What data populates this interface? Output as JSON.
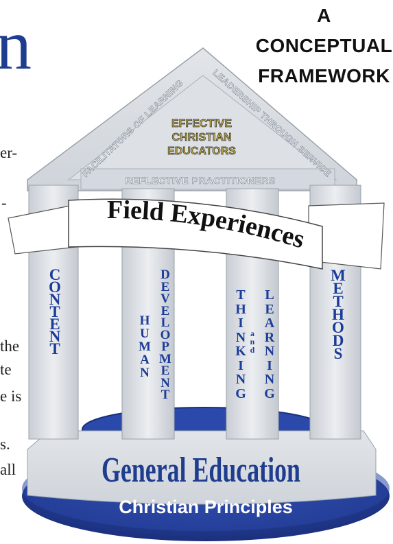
{
  "title": {
    "line1": "A",
    "line2": "CONCEPTUAL",
    "line3": "FRAMEWORK"
  },
  "left_fragments": {
    "big_letter": "n",
    "f1": "er-",
    "f2": "-",
    "f3": "the",
    "f4": "te",
    "f5": "e is",
    "f6": "s.",
    "f7": "all"
  },
  "roof": {
    "left_slope": "FACILITATORS OF LEARNING",
    "right_slope": "LEADERSHIP THROUGH SERVICE",
    "center": [
      "EFFECTIVE",
      "CHRISTIAN",
      "EDUCATORS"
    ],
    "band": "REFLECTIVE PRACTITIONERS"
  },
  "banner": "Field Experiences",
  "pillars": {
    "content": "CONTENT",
    "human": "HUMAN",
    "development": "DEVELOPMENT",
    "thinking": "THINKING",
    "and": "and",
    "learning": "LEARNING",
    "methods": "METHODS"
  },
  "foundation": "General Education",
  "base": "Christian Principles",
  "colors": {
    "blue": "#1f3d8f",
    "pillar_gray": "#d9dde2",
    "gold": "#c8b24a"
  }
}
